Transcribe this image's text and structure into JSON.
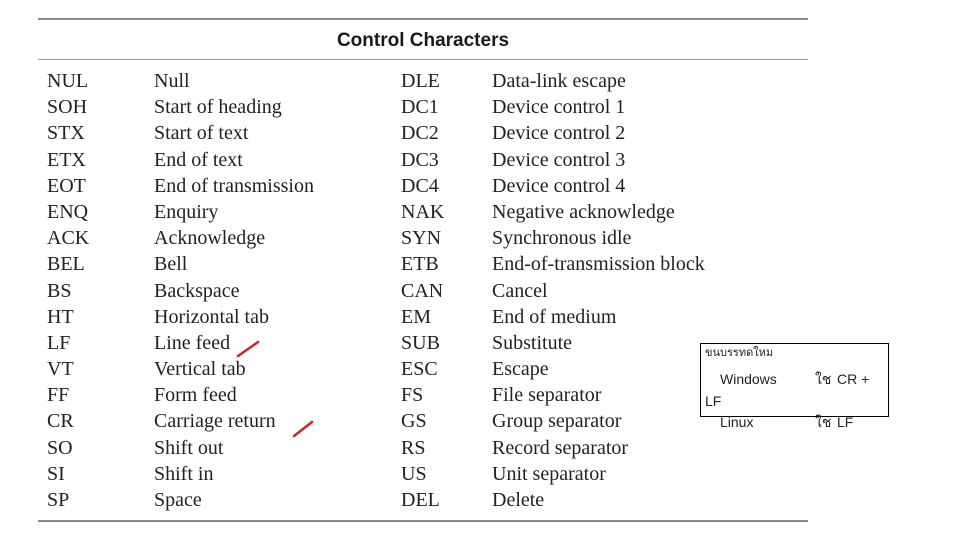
{
  "title": "Control Characters",
  "rows": [
    [
      "NUL",
      "Null",
      "DLE",
      "Data-link escape"
    ],
    [
      "SOH",
      "Start of heading",
      "DC1",
      "Device control 1"
    ],
    [
      "STX",
      "Start of text",
      "DC2",
      "Device control 2"
    ],
    [
      "ETX",
      "End of text",
      "DC3",
      "Device control 3"
    ],
    [
      "EOT",
      "End of transmission",
      "DC4",
      "Device control 4"
    ],
    [
      "ENQ",
      "Enquiry",
      "NAK",
      "Negative acknowledge"
    ],
    [
      "ACK",
      "Acknowledge",
      "SYN",
      "Synchronous idle"
    ],
    [
      "BEL",
      "Bell",
      "ETB",
      "End-of-transmission block"
    ],
    [
      "BS",
      "Backspace",
      "CAN",
      "Cancel"
    ],
    [
      "HT",
      "Horizontal tab",
      "EM",
      "End of medium"
    ],
    [
      "LF",
      "Line feed",
      "SUB",
      "Substitute"
    ],
    [
      "VT",
      "Vertical tab",
      "ESC",
      "Escape"
    ],
    [
      "FF",
      "Form feed",
      "FS",
      "File separator"
    ],
    [
      "CR",
      "Carriage return",
      "GS",
      "Group separator"
    ],
    [
      "SO",
      "Shift out",
      "RS",
      "Record separator"
    ],
    [
      "SI",
      "Shift in",
      "US",
      "Unit separator"
    ],
    [
      "SP",
      "Space",
      "DEL",
      "Delete"
    ]
  ],
  "note": {
    "title": "ขนบรรทดใหม",
    "windows_label": "Windows",
    "windows_use": "ใช",
    "windows_value": "CR +",
    "windows_value_cont": "LF",
    "linux_label": "Linux",
    "linux_use": "ใช",
    "linux_value": "LF"
  },
  "annotation_color": "#d0202a"
}
